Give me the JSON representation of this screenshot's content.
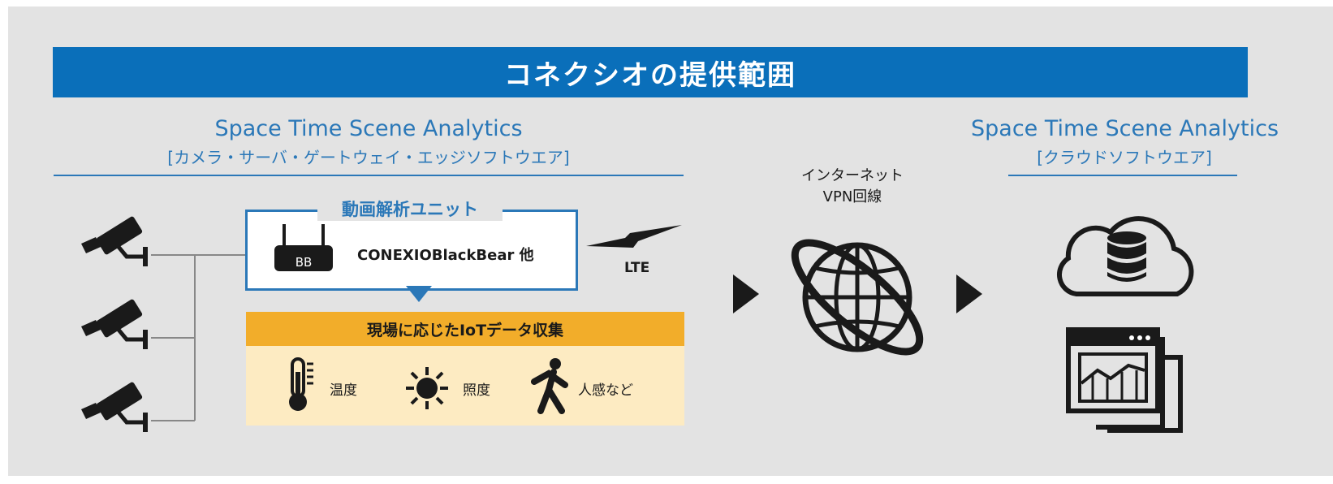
{
  "banner": {
    "title": "コネクシオの提供範囲"
  },
  "left_section": {
    "title": "Space Time Scene Analytics",
    "subtitle": "[カメラ・サーバ・ゲートウェイ・エッジソフトウエア]"
  },
  "right_section": {
    "title": "Space Time Scene Analytics",
    "subtitle": "[クラウドソフトウエア]"
  },
  "unit": {
    "title": "動画解析ユニット",
    "device_label": "BB",
    "product": "CONEXIOBlackBear 他"
  },
  "lte_label": "LTE",
  "iot": {
    "header": "現場に応じたIoTデータ収集",
    "sensors": [
      {
        "icon": "thermometer-icon",
        "label": "温度"
      },
      {
        "icon": "sun-icon",
        "label": "照度"
      },
      {
        "icon": "person-walking-icon",
        "label": "人感など"
      }
    ]
  },
  "network": {
    "line1": "インターネット",
    "line2": "VPN回線"
  },
  "colors": {
    "blue": "#0a6fba",
    "title_blue": "#2b78b8",
    "amber": "#f2ad2a",
    "cream": "#fdebc2",
    "background": "#e3e3e3"
  }
}
